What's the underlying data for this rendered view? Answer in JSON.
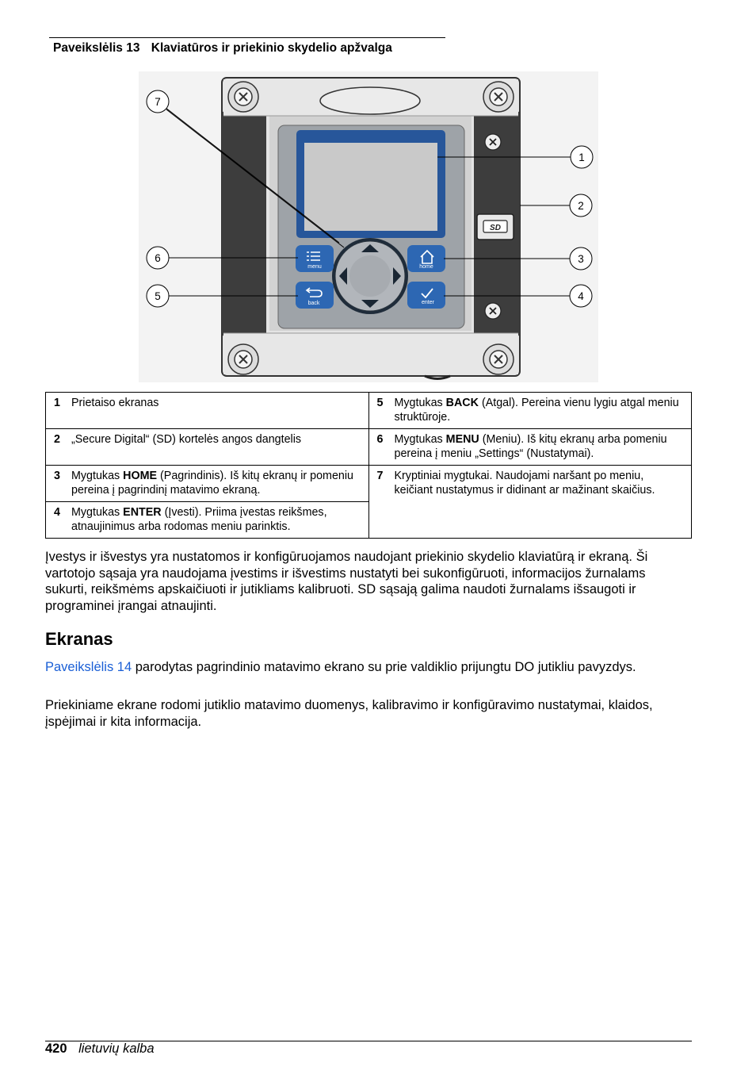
{
  "figure": {
    "number": "Paveikslėlis 13",
    "title": "Klaviatūros ir priekinio skydelio apžvalga",
    "callouts": [
      "1",
      "2",
      "3",
      "4",
      "5",
      "6",
      "7"
    ],
    "buttons": {
      "menu": "menu",
      "home": "home",
      "back": "back",
      "enter": "enter"
    },
    "sd_label": "SD"
  },
  "legend": {
    "items": [
      {
        "num": "1",
        "pre": "Prietaiso ekranas",
        "bold": "",
        "post": ""
      },
      {
        "num": "2",
        "pre": "„Secure Digital“ (SD) kortelės angos dangtelis",
        "bold": "",
        "post": ""
      },
      {
        "num": "3",
        "pre": "Mygtukas ",
        "bold": "HOME",
        "post": " (Pagrindinis). Iš kitų ekranų ir pomeniu pereina į pagrindinį matavimo ekraną."
      },
      {
        "num": "4",
        "pre": "Mygtukas ",
        "bold": "ENTER",
        "post": " (Įvesti). Priima įvestas reikšmes, atnaujinimus arba rodomas meniu parinktis."
      },
      {
        "num": "5",
        "pre": "Mygtukas ",
        "bold": "BACK",
        "post": " (Atgal). Pereina vienu lygiu atgal meniu struktūroje."
      },
      {
        "num": "6",
        "pre": "Mygtukas ",
        "bold": "MENU",
        "post": " (Meniu). Iš kitų ekranų arba pomeniu pereina į meniu „Settings“ (Nustatymai)."
      },
      {
        "num": "7",
        "pre": "Kryptiniai mygtukai. Naudojami naršant po meniu, keičiant nustatymus ir didinant ar mažinant skaičius.",
        "bold": "",
        "post": ""
      }
    ]
  },
  "body": {
    "paragraph1": "Įvestys ir išvestys yra nustatomos ir konfigūruojamos naudojant priekinio skydelio klaviatūrą ir ekraną. Ši vartotojo sąsaja yra naudojama įvestims ir išvestims nustatyti bei sukonfigūruoti, informacijos žurnalams sukurti, reikšmėms apskaičiuoti ir jutikliams kalibruoti. SD sąsają galima naudoti žurnalams išsaugoti ir programinei įrangai atnaujinti.",
    "heading": "Ekranas",
    "paragraph2_link": "Paveikslėlis 14",
    "paragraph2_rest": " parodytas pagrindinio matavimo ekrano su prie valdiklio prijungtu DO jutikliu pavyzdys.",
    "paragraph3": "Priekiniame ekrane rodomi jutiklio matavimo duomenys, kalibravimo ir konfigūravimo nustatymai, klaidos, įspėjimai ir kita informacija."
  },
  "footer": {
    "page_number": "420",
    "language": "lietuvių kalba"
  }
}
